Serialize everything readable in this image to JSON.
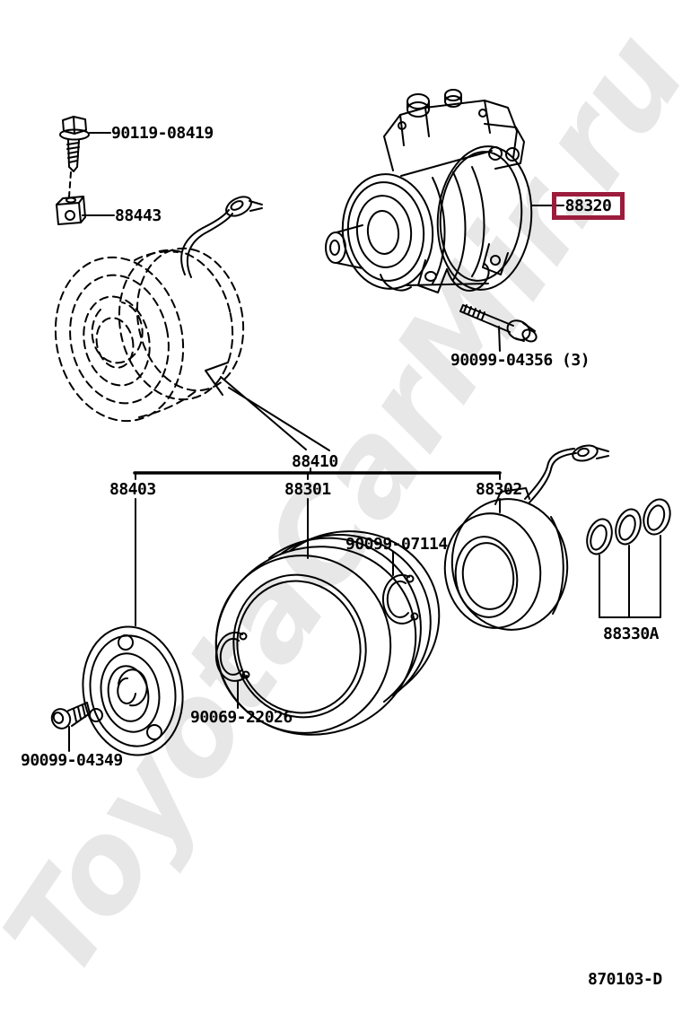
{
  "watermark": {
    "text": "ToyotaCarMir.ru"
  },
  "drawing_code": "870103-D",
  "colors": {
    "highlight_box_border": "#9c1c3c",
    "line_art": "#000000",
    "watermark": "#e7e7e7",
    "background": "#ffffff"
  },
  "callouts": {
    "mount_bolt": {
      "label": "90119-08419"
    },
    "compressor_damper": {
      "label": "88443"
    },
    "compressor_assembly": {
      "label": "88320",
      "highlighted": true
    },
    "compressor_mount_bolt": {
      "label": "90099-04356 (3)"
    },
    "magnet_clutch_assembly": {
      "label": "88410"
    },
    "clutch_hub": {
      "label": "88403"
    },
    "clutch_pulley": {
      "label": "88301"
    },
    "stator_coil": {
      "label": "88302"
    },
    "pulley_snap_ring": {
      "label": "90099-07114"
    },
    "hub_snap_ring": {
      "label": "90069-22026"
    },
    "hub_bolt": {
      "label": "90099-04349"
    },
    "oring_kit": {
      "label": "88330A"
    }
  }
}
